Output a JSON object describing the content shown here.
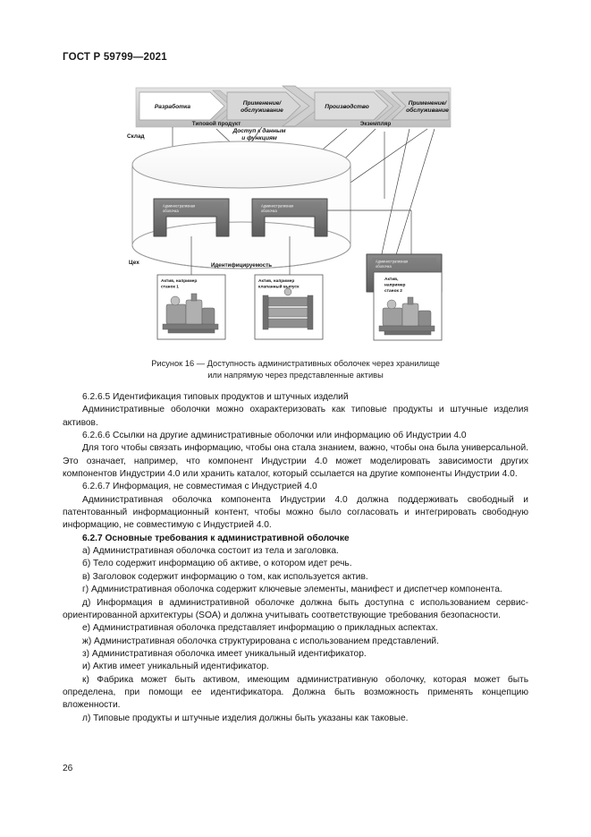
{
  "header": {
    "standard": "ГОСТ Р 59799—2021"
  },
  "figure": {
    "caption_line1": "Рисунок 16 — Доступность административных оболочек через хранилище",
    "caption_line2": "или напрямую через представленные активы",
    "lifecycle": {
      "stages": [
        "Разработка",
        "Применение/\nобслуживание",
        "Производство",
        "Применение/\nобслуживание"
      ],
      "stage1_label": "Разработка",
      "stage2_label_line1": "Применение/",
      "stage2_label_line2": "обслуживание",
      "stage3_label": "Производство",
      "stage4_label_line1": "Применение/",
      "stage4_label_line2": "обслуживание",
      "group_left": "Типовой продукт",
      "group_right": "Экземпляр"
    },
    "access_label_line1": "Доступ к данным",
    "access_label_line2": "и функциям",
    "storage_label": "Склад",
    "identifiability_label": "Идентифицируемость",
    "shop_label": "Цех",
    "shell_label_line1": "Административная",
    "shell_label_line2": "оболочка",
    "assets": [
      {
        "line1": "Актив, например",
        "line2": "станок 1"
      },
      {
        "line1": "Актив, например",
        "line2": "клапанный выпуск"
      },
      {
        "line1": "Актив,",
        "line2": "например",
        "line3": "станок 2"
      }
    ],
    "colors": {
      "chevron_fill": "#d0d0d0",
      "chevron_inner": "#ffffff",
      "shell_fill": "#6e6e6e",
      "cylinder_stroke": "#9a9a9a"
    }
  },
  "body": {
    "paragraphs": [
      {
        "id": "p1",
        "class": "ind",
        "text": "6.2.6.5 Идентификация типовых продуктов и штучных изделий"
      },
      {
        "id": "p2",
        "class": "ind",
        "text": "Административные оболочки можно охарактеризовать как типовые продукты и штучные изделия активов."
      },
      {
        "id": "p3",
        "class": "ind",
        "text": "6.2.6.6 Ссылки на другие административные оболочки или информацию об Индустрии 4.0"
      },
      {
        "id": "p4",
        "class": "ind",
        "text": "Для того чтобы связать информацию, чтобы она стала знанием, важно, чтобы она была универсальной. Это означает, например, что компонент Индустрии 4.0 может моделировать зависимости других компонентов Индустрии 4.0 или хранить каталог, который ссылается на другие компоненты Индустрии 4.0."
      },
      {
        "id": "p5",
        "class": "ind",
        "text": "6.2.6.7 Информация, не совместимая с Индустрией 4.0"
      },
      {
        "id": "p6",
        "class": "ind",
        "text": "Административная оболочка компонента Индустрии 4.0 должна поддерживать свободный и патентованный информационный контент, чтобы можно было согласовать и интегрировать свободную информацию, не совместимую с Индустрией 4.0."
      },
      {
        "id": "p7",
        "class": "bold",
        "text": "6.2.7 Основные требования к административной оболочке"
      },
      {
        "id": "p8",
        "class": "item",
        "text": "а)  Административная оболочка состоит из тела и заголовка."
      },
      {
        "id": "p9",
        "class": "item",
        "text": "б)  Тело содержит информацию об активе, о котором идет речь."
      },
      {
        "id": "p10",
        "class": "item",
        "text": "в)  Заголовок содержит информацию о том, как используется актив."
      },
      {
        "id": "p11",
        "class": "item-j",
        "text": "г) Административная оболочка содержит ключевые элементы, манифест и диспетчер компонента."
      },
      {
        "id": "p12",
        "class": "item-j",
        "text": "д)  Информация в административной оболочке должна быть доступна с использованием сервис-ориентированной архитектуры (SOA)  и должна учитывать соответствующие требования безопасности."
      },
      {
        "id": "p13",
        "class": "item",
        "text": "е)  Административная оболочка представляет информацию о прикладных аспектах."
      },
      {
        "id": "p14",
        "class": "item",
        "text": "ж)  Административная оболочка структурирована с использованием представлений."
      },
      {
        "id": "p15",
        "class": "item",
        "text": "з)  Административная оболочка имеет уникальный идентификатор."
      },
      {
        "id": "p16",
        "class": "item",
        "text": "и)  Актив имеет уникальный идентификатор."
      },
      {
        "id": "p17",
        "class": "item-j",
        "text": "к) Фабрика может быть активом, имеющим административную оболочку, которая может быть определена, при помощи ее идентификатора. Должна быть возможность применять концепцию вложенности."
      },
      {
        "id": "p18",
        "class": "item",
        "text": "л)  Типовые продукты и штучные изделия должны быть указаны как таковые."
      }
    ]
  },
  "footer": {
    "page_number": "26"
  }
}
